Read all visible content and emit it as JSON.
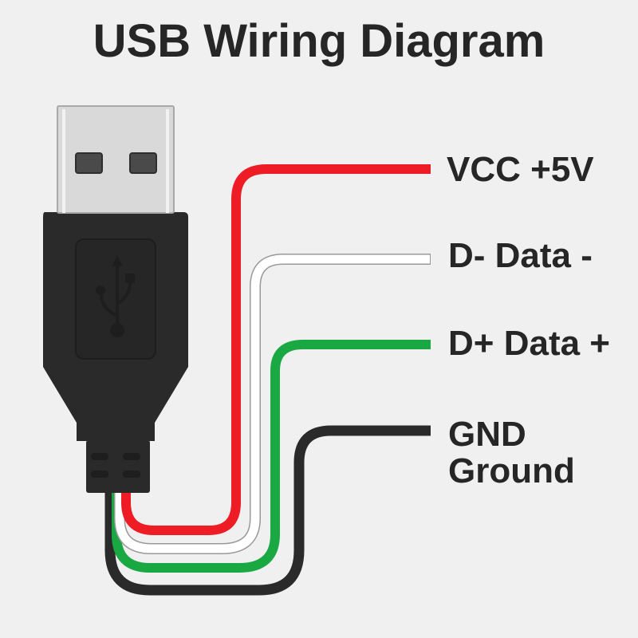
{
  "title": "USB Wiring Diagram",
  "connector": {
    "type": "USB Type-A plug",
    "icon": "usb-trident-icon",
    "colors": {
      "metal": "#dcdcdc",
      "body": "#2a2a2a",
      "contacts": "#4a4a4a"
    }
  },
  "wires": [
    {
      "id": "vcc",
      "color": "#ee1c24",
      "label": "VCC +5V"
    },
    {
      "id": "dminus",
      "color": "#ffffff",
      "outline": "#999999",
      "label": "D- Data -"
    },
    {
      "id": "dplus",
      "color": "#1aa843",
      "label": "D+ Data +"
    },
    {
      "id": "gnd",
      "color": "#2a2a2a",
      "label_line1": "GND",
      "label_line2": "Ground"
    }
  ],
  "background": "#f0f0f0"
}
